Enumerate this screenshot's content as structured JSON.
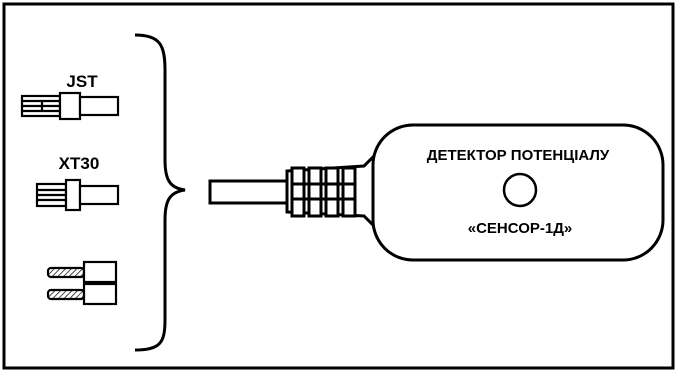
{
  "colors": {
    "stroke": "#000000",
    "background": "#ffffff"
  },
  "connectors": {
    "jst_label": "JST",
    "xt30_label": "XT30"
  },
  "device": {
    "title": "ДЕТЕКТОР ПОТЕНЦІАЛУ",
    "name": "«СЕНСОР-1Д»",
    "indicator_icon": "round-indicator-icon"
  }
}
